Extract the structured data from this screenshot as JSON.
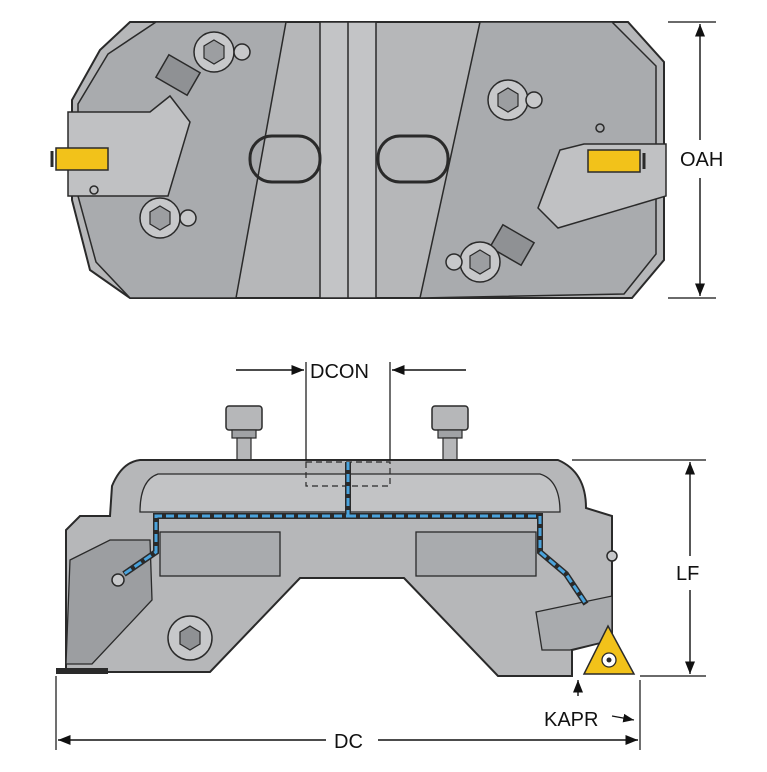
{
  "labels": {
    "oah": "OAH",
    "dcon": "DCON",
    "lf": "LF",
    "kapr": "KAPR",
    "dc": "DC"
  },
  "colors": {
    "body": "#b6b7b9",
    "body_dark": "#9c9ea1",
    "outline": "#2a2a2a",
    "insert": "#f2c21a",
    "coolant": "#4aa3dc",
    "dim_line": "#111111"
  }
}
